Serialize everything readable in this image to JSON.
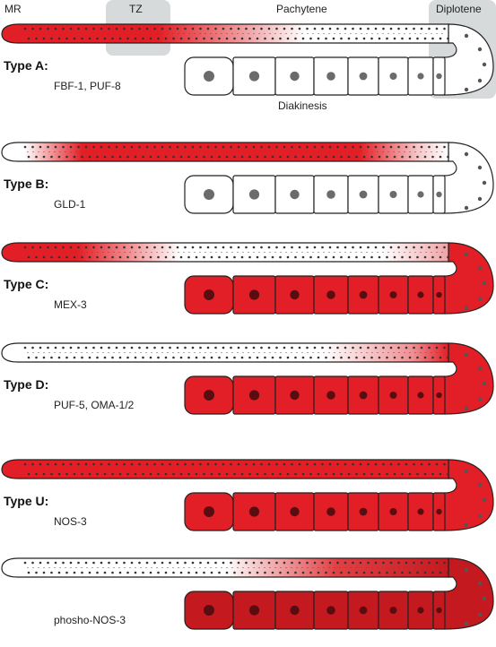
{
  "header": {
    "zones": {
      "mr": "MR",
      "tz": "TZ",
      "pachytene": "Pachytene",
      "diplotene": "Diplotene"
    },
    "diakinesis": "Diakinesis"
  },
  "colors": {
    "red": "#e21f26",
    "dark_red": "#c41a1f",
    "shade": "#c9cdcf",
    "outline": "#222222",
    "nucleus_grey": "#6b6b6b",
    "nucleus_dark": "#5a0d10"
  },
  "panels": [
    {
      "type_label": "Type A:",
      "proteins": "FBF-1,  PUF-8",
      "tube_gradient": [
        [
          "0",
          "#e21f26"
        ],
        [
          "0.35",
          "#e21f26"
        ],
        [
          "0.55",
          "#f0a3a6"
        ],
        [
          "0.68",
          "#ffffff"
        ],
        [
          "1",
          "#ffffff"
        ]
      ],
      "oocyte_fill": "#ffffff",
      "nucleus_fill": "#6b6b6b",
      "bend_fill": "#ffffff"
    },
    {
      "type_label": "Type B:",
      "proteins": "GLD-1",
      "tube_gradient": [
        [
          "0",
          "#ffffff"
        ],
        [
          "0.05",
          "#ffffff"
        ],
        [
          "0.18",
          "#e21f26"
        ],
        [
          "0.8",
          "#e21f26"
        ],
        [
          "0.93",
          "#f5c5c7"
        ],
        [
          "1",
          "#ffffff"
        ]
      ],
      "oocyte_fill": "#ffffff",
      "nucleus_fill": "#6b6b6b",
      "bend_fill": "#ffffff"
    },
    {
      "type_label": "Type C:",
      "proteins": "MEX-3",
      "tube_gradient": [
        [
          "0",
          "#e21f26"
        ],
        [
          "0.17",
          "#e21f26"
        ],
        [
          "0.4",
          "#ffffff"
        ],
        [
          "0.85",
          "#ffffff"
        ],
        [
          "1",
          "#f0a3a6"
        ]
      ],
      "oocyte_fill": "#e21f26",
      "nucleus_fill": "#5a0d10",
      "bend_fill": "#e21f26"
    },
    {
      "type_label": "Type D:",
      "proteins": "PUF-5, OMA-1/2",
      "tube_gradient": [
        [
          "0",
          "#ffffff"
        ],
        [
          "0.72",
          "#ffffff"
        ],
        [
          "0.92",
          "#ee8f93"
        ],
        [
          "1",
          "#e21f26"
        ]
      ],
      "oocyte_fill": "#e21f26",
      "nucleus_fill": "#5a0d10",
      "bend_fill": "#e21f26"
    },
    {
      "type_label": "Type U:",
      "proteins": "NOS-3",
      "tube_gradient": [
        [
          "0",
          "#e21f26"
        ],
        [
          "1",
          "#e21f26"
        ]
      ],
      "oocyte_fill": "#e21f26",
      "nucleus_fill": "#5a0d10",
      "bend_fill": "#e21f26"
    },
    {
      "type_label": "",
      "proteins": "phosho-NOS-3",
      "tube_gradient": [
        [
          "0",
          "#ffffff"
        ],
        [
          "0.5",
          "#ffffff"
        ],
        [
          "0.75",
          "#e04045"
        ],
        [
          "1",
          "#c41a1f"
        ]
      ],
      "oocyte_fill": "#c41a1f",
      "nucleus_fill": "#5a0d10",
      "bend_fill": "#c41a1f"
    }
  ]
}
